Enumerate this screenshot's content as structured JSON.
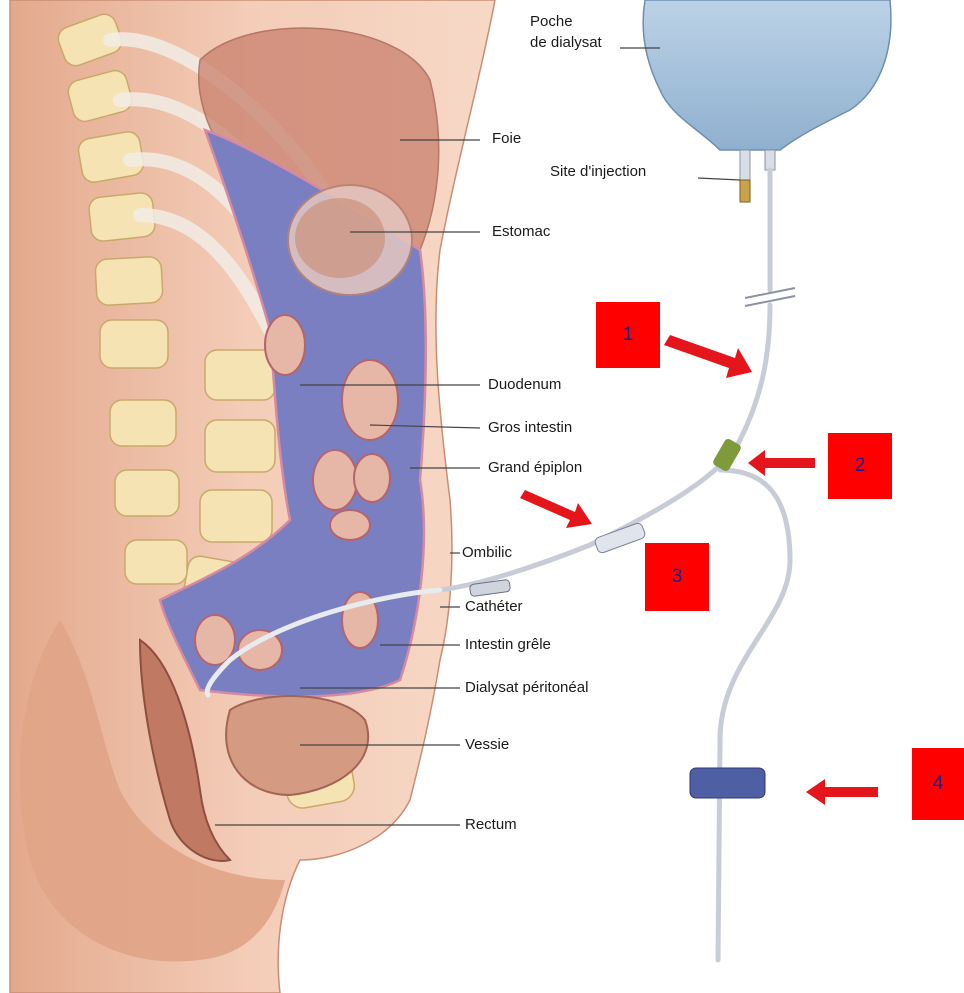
{
  "labels": {
    "poche_line1": "Poche",
    "poche_line2": "de dialysat",
    "foie": "Foie",
    "site_injection": "Site d'injection",
    "estomac": "Estomac",
    "duodenum": "Duodenum",
    "gros_intestin": "Gros intestin",
    "grand_epiplon": "Grand épiplon",
    "ombilic": "Ombilic",
    "catheter": "Cathéter",
    "intestin_grele": "Intestin grêle",
    "dialysat_peritoneal": "Dialysat péritonéal",
    "vessie": "Vessie",
    "rectum": "Rectum"
  },
  "markers": [
    "1",
    "2",
    "3",
    "4"
  ],
  "colors": {
    "marker_red": "#ff0000",
    "marker_text": "#1a1a8c",
    "skin": "#f1c5ae",
    "dialysate_blue": "#7a7fc2",
    "bag_blue": "#a9c3dc"
  }
}
